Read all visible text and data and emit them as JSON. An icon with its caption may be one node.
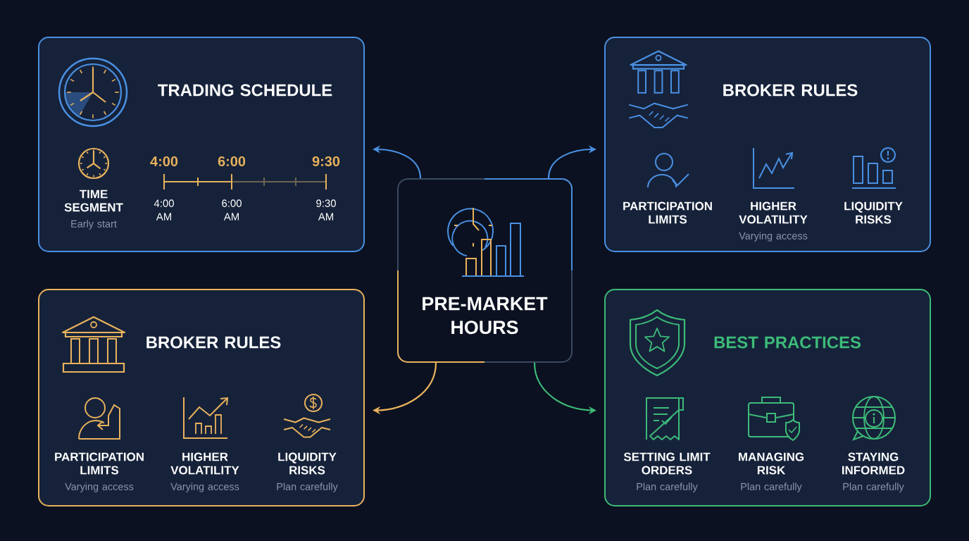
{
  "diagram": {
    "nodes": [
      {
        "text": [
          "PRE-MARKET HOURS"
        ]
      },
      {
        "text": [
          "TRADING SCHEDULE"
        ]
      },
      {
        "text": [
          "BROKER RULES"
        ]
      },
      {
        "text": [
          "BROKER RULES"
        ]
      },
      {
        "text": [
          "BEST PRACTICES"
        ]
      }
    ],
    "edges": [
      {
        "from": 0,
        "to": 1,
        "arrow": "to"
      },
      {
        "from": 0,
        "to": 2,
        "arrow": "to"
      },
      {
        "from": 0,
        "to": 3,
        "arrow": "to",
        "color": "#e8b25c"
      },
      {
        "from": 0,
        "to": 4,
        "arrow": "to",
        "color": "#3dbb78"
      }
    ],
    "labels": [
      "TIME SEGMENT",
      "Early start",
      "4:00",
      "6:00",
      "9:30",
      "4:00 AM",
      "6:00 AM",
      "9:30 AM",
      "PARTICIPATION LIMITS",
      "HIGHER VOLATILITY",
      "LIQUIDITY RISKS",
      "Varying access",
      "PARTICIPATION LIMITS",
      "Varying access",
      "HIGHER VOLATILITY",
      "Varying access",
      "LIQUIDITY RISKS",
      "Plan carefully",
      "SETTING LIMIT ORDERS",
      "Plan carefully",
      "MANAGING RISK",
      "Plan carefully",
      "STAYING INFORMED",
      "Plan carefully"
    ]
  }
}
